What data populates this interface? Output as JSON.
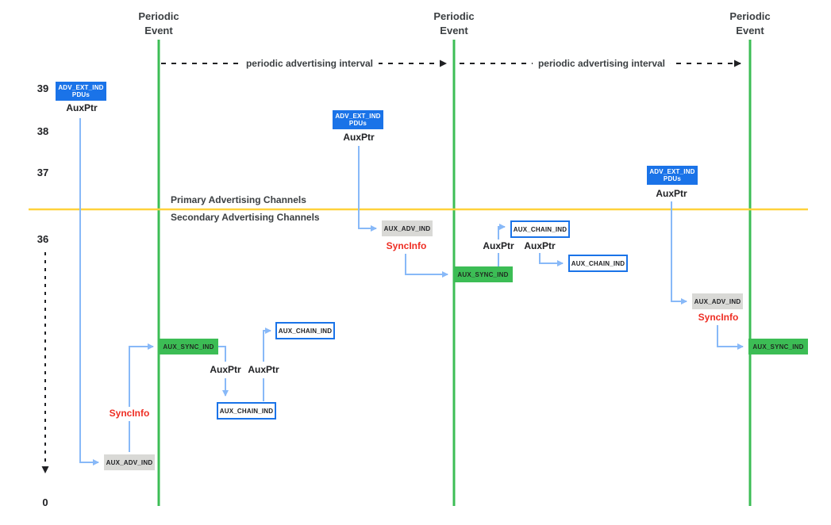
{
  "periodic_events": [
    {
      "line1": "Periodic",
      "line2": "Event"
    },
    {
      "line1": "Periodic",
      "line2": "Event"
    },
    {
      "line1": "Periodic",
      "line2": "Event"
    }
  ],
  "intervals": [
    {
      "label": "periodic advertising interval"
    },
    {
      "label": "periodic advertising interval"
    }
  ],
  "axis": {
    "ticks": [
      "39",
      "38",
      "37",
      "36"
    ],
    "origin": "0"
  },
  "channels": {
    "primary": "Primary Advertising Channels",
    "secondary": "Secondary Advertising Channels"
  },
  "labels": {
    "adv_ext_ind_line1": "ADV_EXT_IND",
    "adv_ext_ind_line2": "PDUs",
    "aux_adv_ind": "AUX_ADV_IND",
    "aux_sync_ind": "AUX_SYNC_IND",
    "aux_chain_ind": "AUX_CHAIN_IND",
    "aux_ptr": "AuxPtr",
    "sync_info": "SyncInfo"
  },
  "colors": {
    "pdu_blue": "#1a73e8",
    "arrow_blue": "#88b9f8",
    "event_green": "#3cbd55",
    "divider_yellow": "#ffd23c",
    "box_gray": "#d9d9d6",
    "sync_red": "#ee2e24",
    "text_dark": "#3c4043",
    "dashed_black": "#202124"
  }
}
